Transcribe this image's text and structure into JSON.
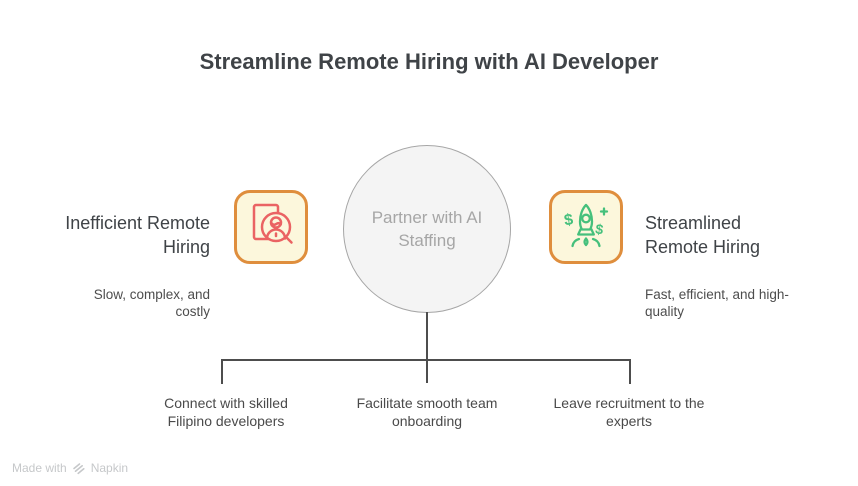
{
  "title": "Streamline Remote Hiring with AI Developer",
  "left": {
    "heading": "Inefficient Remote\nHiring",
    "description": "Slow, complex, and\ncostly",
    "icon": "candidate-search-icon"
  },
  "center": {
    "label": "Partner with AI\nStaffing"
  },
  "right": {
    "heading": "Streamlined\nRemote Hiring",
    "description": "Fast, efficient, and high-\nquality",
    "icon": "rocket-money-icon"
  },
  "outcomes": [
    {
      "label": "Connect with skilled\nFilipino developers"
    },
    {
      "label": "Facilitate smooth team\nonboarding"
    },
    {
      "label": "Leave recruitment to the\nexperts"
    }
  ],
  "watermark": {
    "prefix": "Made with",
    "brand": "Napkin",
    "icon": "napkin-logo-icon"
  },
  "colors": {
    "accent_orange": "#df8e3d",
    "icon_bg": "#fcf7dc",
    "icon_red": "#ea6363",
    "icon_green": "#45c07c",
    "connector": "#4d4d4d",
    "circle_fill": "#f4f4f4",
    "circle_border": "#a6a6a6",
    "circle_text": "#a6a6a6",
    "heading_text": "#3f4347",
    "body_text": "#4d4d4d",
    "label_text": "#4a4a4a",
    "watermark_text": "#c6c8ca"
  }
}
